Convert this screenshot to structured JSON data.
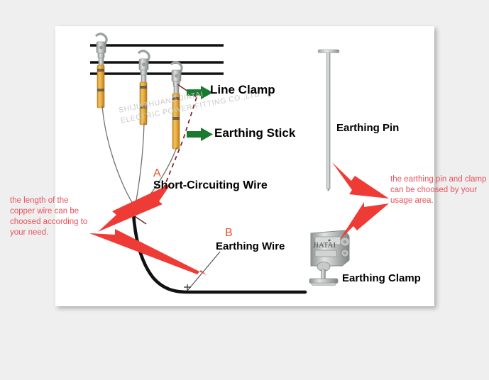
{
  "panel": {
    "background_color": "#ffffff",
    "page_background_color": "#efefef"
  },
  "watermark": {
    "line1": "SHIJIAZHUANG JIATAI",
    "line2": "ELECTRIC POWER FITTING CO.,LTD",
    "color": "#c9c9c9"
  },
  "labels": {
    "line_clamp": "Line Clamp",
    "earthing_stick": "Earthing Stick",
    "earthing_pin": "Earthing Pin",
    "short_circuiting_wire": "Short-Circuiting Wire",
    "earthing_wire": "Earthing Wire",
    "earthing_clamp": "Earthing Clamp"
  },
  "markers": {
    "a": "A",
    "b": "B",
    "marker_color": "#e0542e"
  },
  "notes": {
    "left": "the length of the copper wire can be choosed according to your need.",
    "right": "the earthing pin and clamp can be choosed by your usage area.",
    "color": "#e8535a"
  },
  "clamp_brand": "JIATAI",
  "colors": {
    "arrow_green": "#1a7a2e",
    "arrow_red": "#ef3b35",
    "wire_black": "#111111",
    "stick_yellow": "#e8a93a",
    "metal_gray": "#b9bcbb",
    "short_circuit_dash": "#7d1f2a"
  },
  "icons": {
    "green_arrow": "arrow-right-green",
    "red_arrow": "arrow-red",
    "earthing_pin": "t-handle-stake",
    "earthing_clamp": "c-clamp"
  }
}
